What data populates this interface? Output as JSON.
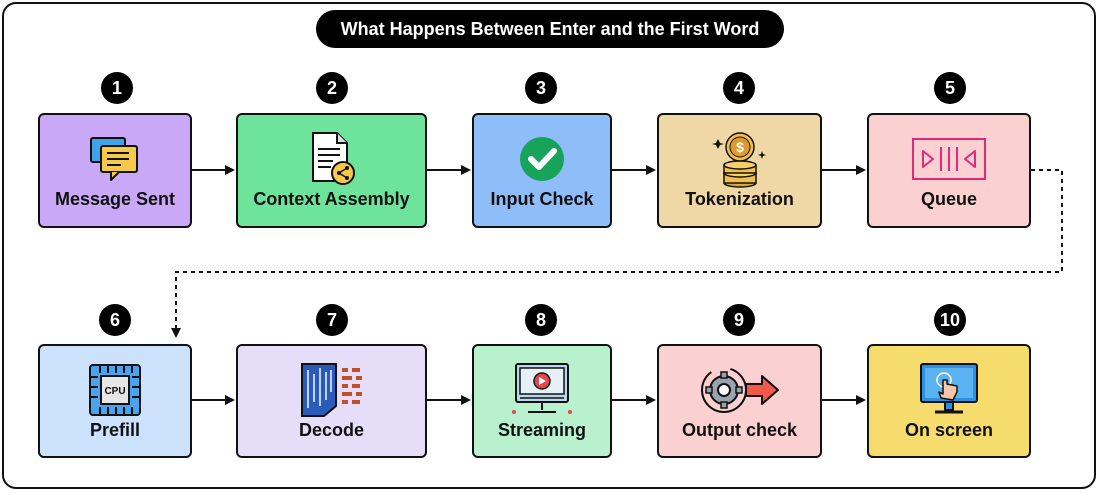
{
  "title": "What Happens Between Enter and the First Word",
  "steps": [
    {
      "number": "1",
      "label": "Message Sent",
      "color": "#c9a8f7",
      "icon": "chat-bubbles-icon"
    },
    {
      "number": "2",
      "label": "Context Assembly",
      "color": "#6ee39c",
      "icon": "document-share-icon"
    },
    {
      "number": "3",
      "label": "Input Check",
      "color": "#8fbdf9",
      "icon": "checkmark-circle-icon"
    },
    {
      "number": "4",
      "label": "Tokenization",
      "color": "#efd7a6",
      "icon": "coin-stack-icon"
    },
    {
      "number": "5",
      "label": "Queue",
      "color": "#fbd0d0",
      "icon": "queue-icon"
    },
    {
      "number": "6",
      "label": "Prefill",
      "color": "#cce1fb",
      "icon": "cpu-chip-icon"
    },
    {
      "number": "7",
      "label": "Decode",
      "color": "#e6def9",
      "icon": "binary-decode-icon"
    },
    {
      "number": "8",
      "label": "Streaming",
      "color": "#b9f1cf",
      "icon": "video-stream-icon"
    },
    {
      "number": "9",
      "label": "Output check",
      "color": "#fbd0d0",
      "icon": "gear-arrow-icon"
    },
    {
      "number": "10",
      "label": "On screen",
      "color": "#f6dc6c",
      "icon": "touch-monitor-icon"
    }
  ]
}
